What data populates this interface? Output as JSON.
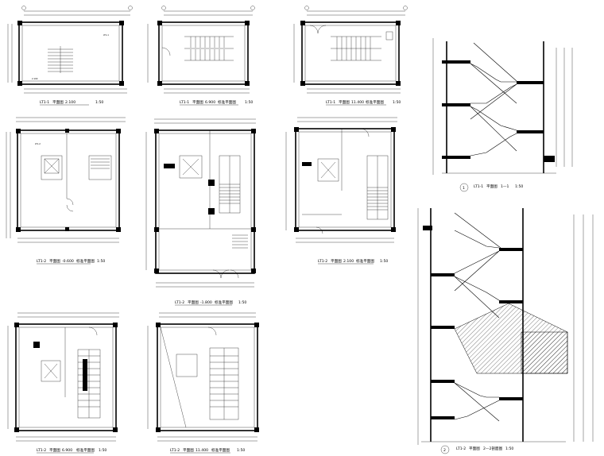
{
  "drawings": {
    "p1": {
      "code": "LT1-1",
      "name": "平面图",
      "elev": "2.100",
      "suffix": "",
      "scale": "1:50"
    },
    "p2": {
      "code": "LT1-1",
      "name": "平面图",
      "elev": "6.900",
      "suffix": "标准平面图",
      "scale": "1:50"
    },
    "p3": {
      "code": "LT1-1",
      "name": "平面图",
      "elev": "11.400",
      "suffix": "标准平面图",
      "scale": "1:50"
    },
    "s1": {
      "code": "LT1-1",
      "name": "平面图",
      "elev": "",
      "suffix": "1—1",
      "scale": "1:50",
      "mark": "1"
    },
    "p4": {
      "code": "LT1-2",
      "name": "平面图",
      "elev": "-0.600",
      "suffix": "标准平面图",
      "scale": "1:50"
    },
    "p5": {
      "code": "LT1-2",
      "name": "平面图",
      "elev": "-1.800",
      "suffix": "标准平面图",
      "scale": "1:50"
    },
    "p6": {
      "code": "LT1-2",
      "name": "平面图",
      "elev": "2.100",
      "suffix": "标准平面图",
      "scale": "1:50"
    },
    "s2": {
      "code": "LT1-2",
      "name": "平面图",
      "elev": "",
      "suffix": "2—2剖面图",
      "scale": "1:50",
      "mark": "2"
    },
    "p7": {
      "code": "LT1-2",
      "name": "平面图",
      "elev": "6.900",
      "suffix": "标准平面图",
      "scale": "1:50"
    },
    "p8": {
      "code": "LT1-2",
      "name": "平面图",
      "elev": "11.400",
      "suffix": "标准平面图",
      "scale": "1:50"
    }
  }
}
